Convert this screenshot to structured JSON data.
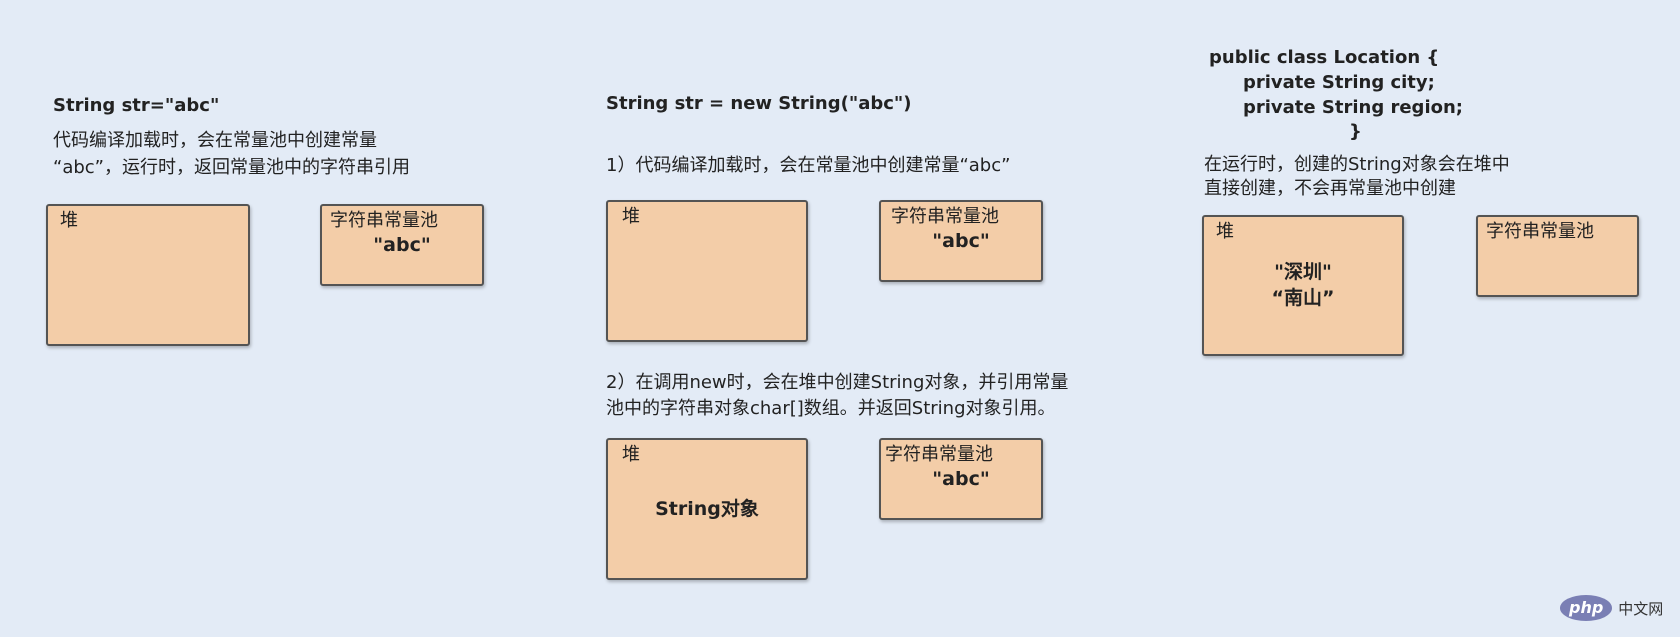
{
  "col1": {
    "code": "String str=\"abc\"",
    "desc_lines": [
      "代码编译加载时，会在常量池中创建常量",
      "“abc”，运行时，返回常量池中的字符串引用"
    ],
    "heap_label": "堆",
    "pool_label": "字符串常量池",
    "pool_value": "\"abc\""
  },
  "col2": {
    "code": "String str = new String(\"abc\")",
    "step1": "1）代码编译加载时，会在常量池中创建常量“abc”",
    "step1_heap_label": "堆",
    "step1_pool_label": "字符串常量池",
    "step1_pool_value": "\"abc\"",
    "step2_lines": [
      "2）在调用new时，会在堆中创建String对象，并引用常量",
      "池中的字符串对象char[]数组。并返回String对象引用。"
    ],
    "step2_heap_label": "堆",
    "step2_heap_value": "String对象",
    "step2_pool_label": "字符串常量池",
    "step2_pool_value": "\"abc\""
  },
  "col3": {
    "code_lines": [
      "public class Location {",
      "private String city;",
      "private String region;",
      "}"
    ],
    "desc_lines": [
      "在运行时，创建的String对象会在堆中",
      "直接创建，不会再常量池中创建"
    ],
    "heap_label": "堆",
    "heap_values": [
      "\"深圳\"",
      "“南山”"
    ],
    "pool_label": "字符串常量池"
  },
  "watermark": {
    "badge": "php",
    "text": "中文网"
  }
}
